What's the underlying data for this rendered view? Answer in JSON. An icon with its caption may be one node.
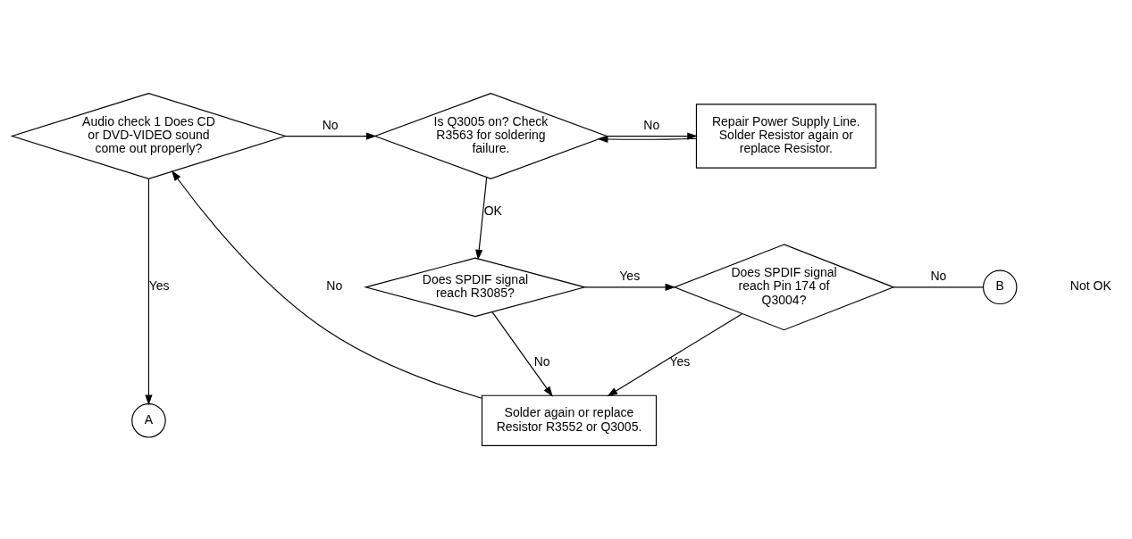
{
  "diagram": {
    "nodes": [
      {
        "text": [
          "Audio check 1 Does CD or DVD-VIDEO sound come out properly?"
        ]
      },
      {
        "text": [
          "Is Q3005 on? Check R3563 for soldering failure."
        ]
      },
      {
        "text": [
          "Repair Power Supply Line.",
          "Solder Resistor again or replace Resistor."
        ]
      },
      {
        "text": [
          "Does SPDIF signal reach R3085?"
        ]
      },
      {
        "text": [
          "Does SPDIF signal reach Pin 174 of Q3004?"
        ]
      },
      {
        "text": [
          "A"
        ]
      },
      {
        "text": [
          "B"
        ]
      },
      {
        "text": [
          "Solder again or replace",
          "Resistor R3552 or Q3005."
        ]
      }
    ],
    "edges": [
      {
        "from": 0,
        "to": 1,
        "arrow": "to",
        "label": "No"
      },
      {
        "from": 0,
        "to": 5,
        "arrow": "to",
        "label": "Yes"
      },
      {
        "from": 1,
        "to": 2,
        "arrow": "to",
        "label": "No"
      },
      {
        "from": 2,
        "to": 1,
        "arrow": "to"
      },
      {
        "from": 1,
        "to": 3,
        "arrow": "to",
        "label": "OK"
      },
      {
        "from": 3,
        "to": 4,
        "arrow": "to",
        "label": "Yes"
      },
      {
        "from": 4,
        "to": 6,
        "arrow": "none",
        "label": "No"
      },
      {
        "from": 4,
        "to": 7,
        "arrow": "to",
        "label": "Yes"
      },
      {
        "from": 3,
        "to": 7,
        "arrow": "to",
        "label": "No"
      },
      {
        "from": 7,
        "to": 0,
        "arrow": "to",
        "label": "No"
      }
    ],
    "labels": [
      "Not OK"
    ]
  }
}
